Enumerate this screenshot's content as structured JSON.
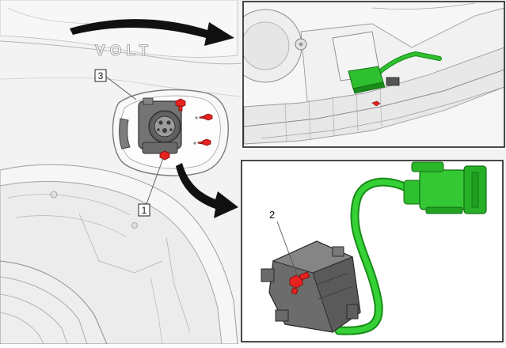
{
  "callouts": {
    "c1": "1",
    "c2": "2",
    "c3": "3"
  },
  "emboss_text": "VOLT",
  "colors": {
    "harness_green": "#2ec02e",
    "harness_green_dark": "#1a8a1a",
    "fastener_red": "#e8231f",
    "part_gray": "#6c6c6c",
    "part_gray_dark": "#3d3d3d",
    "line": "#555555",
    "inset_border": "#000000"
  },
  "icons": {
    "arrow_top": "curved-arrow-right-icon",
    "arrow_bottom": "curved-arrow-down-right-icon"
  }
}
